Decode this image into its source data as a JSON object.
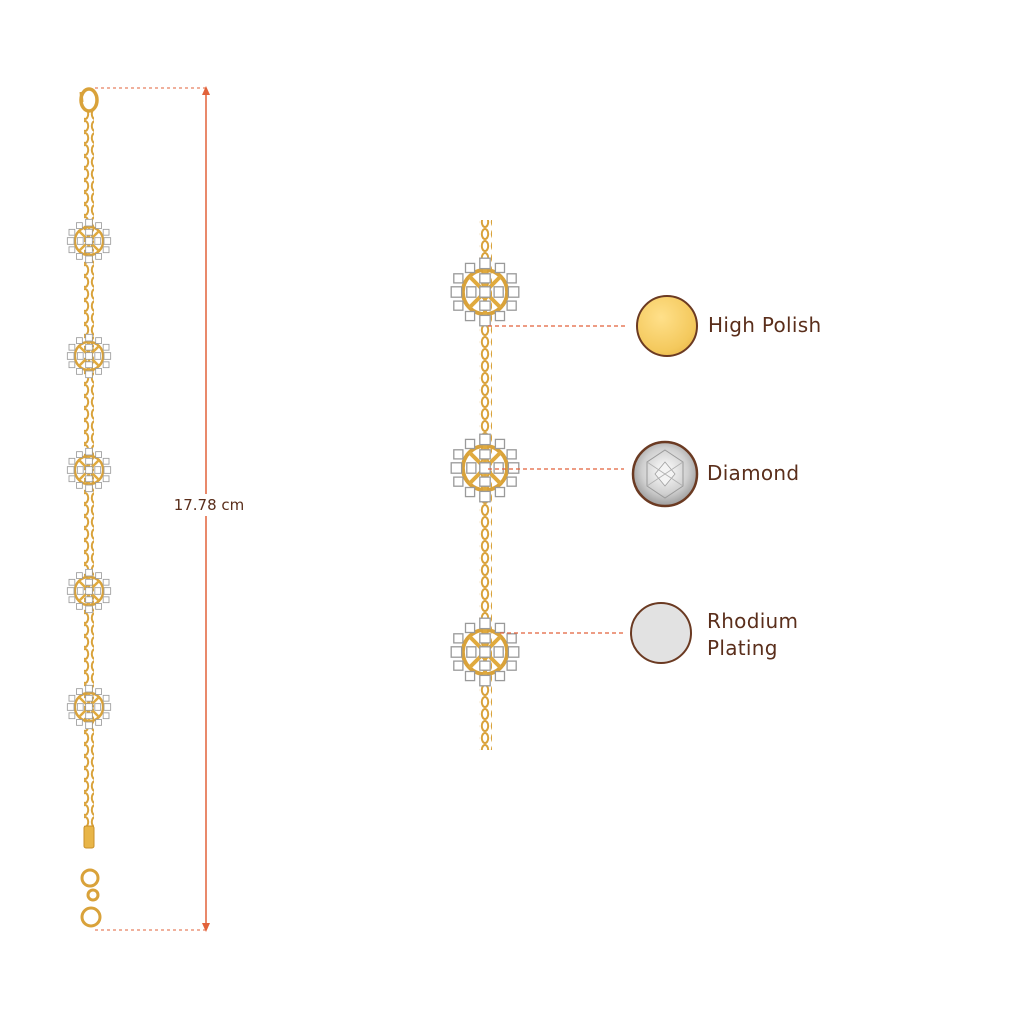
{
  "measurement": {
    "length_label": "17.78 cm"
  },
  "features": [
    {
      "name": "High Polish",
      "icon": "gold-polish-swatch",
      "color": "#f4c95d"
    },
    {
      "name": "Diamond",
      "icon": "diamond-swatch",
      "color": "#d9d9d9"
    },
    {
      "name": "Rhodium Plating",
      "line1": "Rhodium",
      "line2": "Plating",
      "icon": "rhodium-swatch",
      "color": "#e2e2e2"
    }
  ],
  "colors": {
    "gold": "#e8b548",
    "gold_dark": "#c98f28",
    "leader_line": "#e2623a",
    "text": "#5a2e1b",
    "swatch_border": "#6b3a22"
  }
}
